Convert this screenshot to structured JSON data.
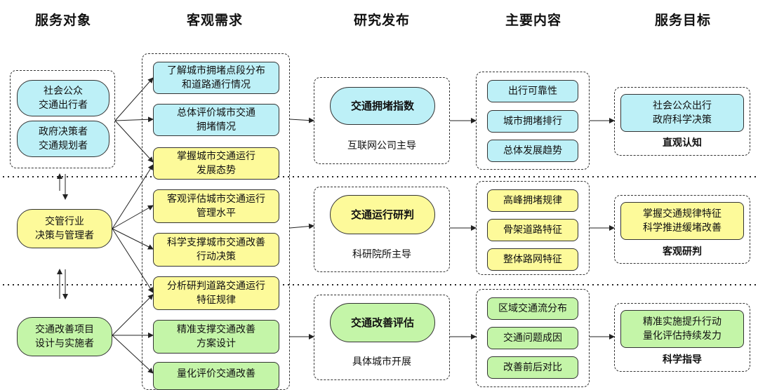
{
  "headers": [
    "服务对象",
    "客观需求",
    "研究发布",
    "主要内容",
    "服务目标"
  ],
  "service_objects": {
    "public": "社会公众\n交通出行者",
    "policy": "政府决策者\n交通规划者",
    "industry": "交管行业\n决策与管理者",
    "project": "交通改善项目\n设计与实施者"
  },
  "needs": [
    "了解城市拥堵点段分布\n和道路通行情况",
    "总体评价城市交通\n拥堵情况",
    "掌握城市交通运行\n发展态势",
    "客观评估城市交通运行\n管理水平",
    "科学支撑城市交通改善\n行动决策",
    "分析研判道路交通运行\n特征规律",
    "精准支撑交通改善\n方案设计",
    "量化评价交通改善"
  ],
  "research": [
    {
      "title": "交通拥堵指数",
      "caption": "互联网公司主导"
    },
    {
      "title": "交通运行研判",
      "caption": "科研院所主导"
    },
    {
      "title": "交通改善评估",
      "caption": "具体城市开展"
    }
  ],
  "content": [
    [
      "出行可靠性",
      "城市拥堵排行",
      "总体发展趋势"
    ],
    [
      "高峰拥堵规律",
      "骨架道路特征",
      "整体路网特征"
    ],
    [
      "区域交通流分布",
      "交通问题成因",
      "改善前后对比"
    ]
  ],
  "goals": [
    {
      "text": "社会公众出行\n政府科学决策",
      "label": "直观认知"
    },
    {
      "text": "掌握交通规律特征\n科学推进缓堵改善",
      "label": "客观研判"
    },
    {
      "text": "精准实施提升行动\n量化评估持续发力",
      "label": "科学指导"
    }
  ]
}
